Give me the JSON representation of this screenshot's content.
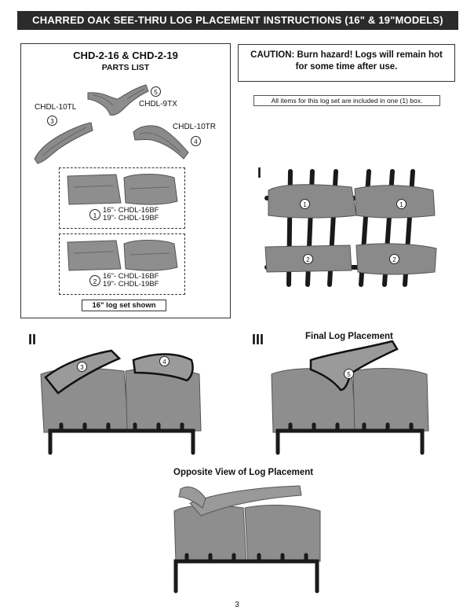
{
  "header": {
    "title": "CHARRED OAK SEE-THRU LOG PLACEMENT INSTRUCTIONS (16\" & 19\"MODELS)"
  },
  "parts_list": {
    "title": "CHD-2-16 & CHD-2-19",
    "subtitle": "PARTS LIST",
    "items": [
      {
        "num": "5",
        "name": "CHDL-9TX"
      },
      {
        "num": "3",
        "name": "CHDL-10TL"
      },
      {
        "num": "4",
        "name": "CHDL-10TR"
      }
    ],
    "set1": {
      "num": "1",
      "line1": "16\"- CHDL-16BF",
      "line2": "19\"- CHDL-19BF"
    },
    "set2": {
      "num": "2",
      "line1": "16\"- CHDL-16BF",
      "line2": "19\"- CHDL-19BF"
    },
    "shown_note": "16\" log set shown"
  },
  "caution": {
    "line1": "CAUTION:  Burn hazard! Logs will remain hot",
    "line2": "for some time after use."
  },
  "box_note": "All items for this log set are included in one (1) box.",
  "steps": {
    "step1": {
      "label": "I",
      "markers": [
        "1",
        "1",
        "2",
        "2"
      ]
    },
    "step2": {
      "label": "II",
      "markers": [
        "3",
        "4"
      ]
    },
    "step3": {
      "label": "III",
      "title": "Final Log Placement",
      "markers": [
        "5"
      ]
    },
    "opposite": {
      "title": "Opposite View of Log Placement"
    }
  },
  "page_number": "3",
  "colors": {
    "header_bg": "#2b2b2b",
    "log_fill": "#8a8a8a",
    "grate": "#1a1a1a"
  }
}
